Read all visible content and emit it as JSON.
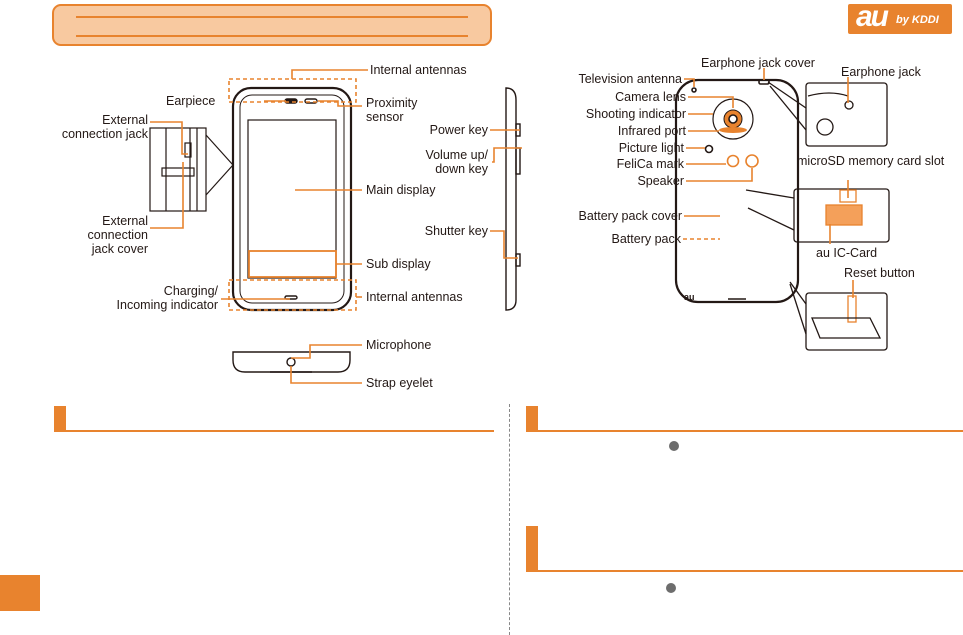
{
  "header": {
    "logo_main": "au",
    "logo_sub": "by KDDI"
  },
  "front_labels": {
    "internal_antennas_top": "Internal antennas",
    "earpiece": "Earpiece",
    "proximity_sensor": "Proximity\nsensor",
    "external_connection_jack": "External\nconnection jack",
    "main_display": "Main display",
    "external_connection_jack_cover": "External\nconnection\njack cover",
    "sub_display": "Sub display",
    "charging_indicator": "Charging/\nIncoming indicator",
    "internal_antennas_bottom": "Internal antennas",
    "microphone": "Microphone",
    "strap_eyelet": "Strap eyelet"
  },
  "side_labels": {
    "power_key": "Power key",
    "volume_key": "Volume up/\ndown key",
    "shutter_key": "Shutter key"
  },
  "back_labels": {
    "earphone_jack_cover": "Earphone jack cover",
    "earphone_jack": "Earphone jack",
    "television_antenna": "Television antenna",
    "camera_lens": "Camera lens",
    "shooting_indicator": "Shooting indicator",
    "infrared_port": "Infrared port",
    "picture_light": "Picture light",
    "felica_mark": "FeliCa mark",
    "speaker": "Speaker",
    "microsd_slot": "microSD memory card slot",
    "battery_pack_cover": "Battery pack cover",
    "battery_pack": "Battery pack",
    "au_ic_card": "au IC-Card",
    "reset_button": "Reset button"
  },
  "colors": {
    "accent": "#e8832e",
    "accent_light": "#f8c9a0",
    "line": "#231815"
  },
  "icons": [
    "menu-grid-icon"
  ]
}
